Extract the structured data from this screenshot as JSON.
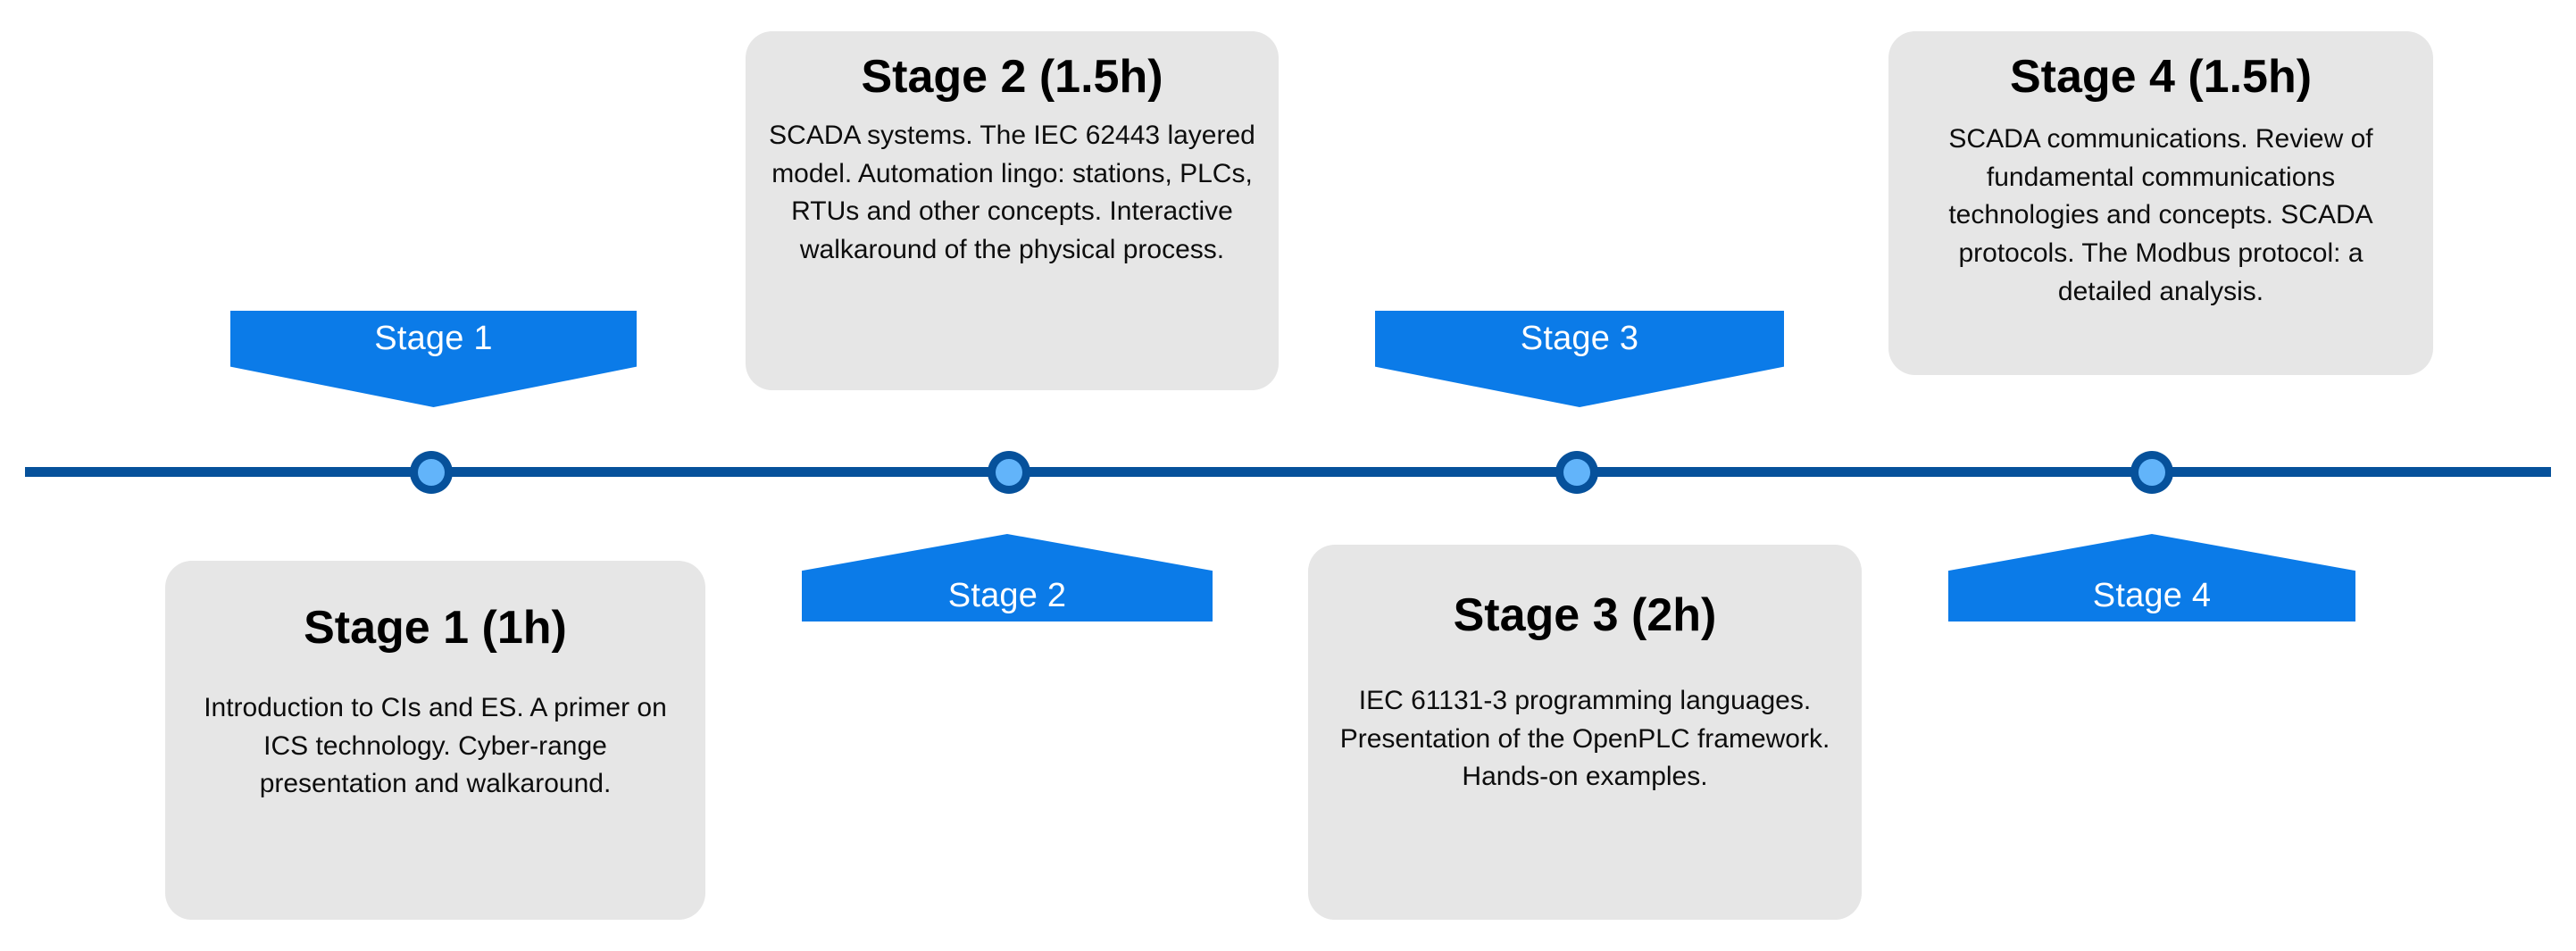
{
  "diagram": {
    "kind": "horizontal-timeline",
    "accent_blue": "#0B7BE8",
    "axis_blue": "#06519B",
    "marker_fill": "#62B4FA",
    "card_background": "#E6E6E6",
    "tag_text_color": "#FFFFFF"
  },
  "stages": [
    {
      "tag_label": "Stage 1",
      "card_title": "Stage 1 (1h)",
      "card_body": "Introduction to CIs and ES. A primer on ICS technology. Cyber-range presentation and walkaround.",
      "card_side": "below",
      "tag_side": "above"
    },
    {
      "tag_label": "Stage 2",
      "card_title": "Stage 2 (1.5h)",
      "card_body": "SCADA systems. The IEC 62443 layered model. Automation lingo: stations, PLCs, RTUs and other concepts. Interactive walkaround of the physical process.",
      "card_side": "above",
      "tag_side": "below"
    },
    {
      "tag_label": "Stage 3",
      "card_title": "Stage 3 (2h)",
      "card_body": "IEC 61131-3 programming languages. Presentation of the OpenPLC framework. Hands-on examples.",
      "card_side": "below",
      "tag_side": "above"
    },
    {
      "tag_label": "Stage 4",
      "card_title": "Stage 4 (1.5h)",
      "card_body": "SCADA communications. Review of fundamental communications technologies and concepts. SCADA protocols. The Modbus protocol: a detailed analysis.",
      "card_side": "above",
      "tag_side": "below"
    }
  ]
}
